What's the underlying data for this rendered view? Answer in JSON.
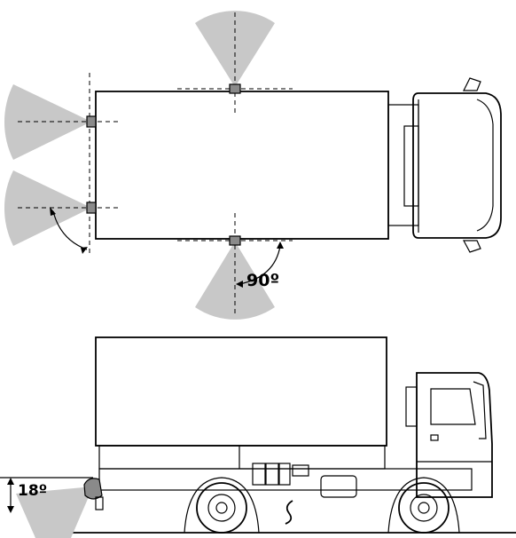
{
  "labels": {
    "angle_top_view": "90º",
    "angle_side_view": "18º"
  },
  "colors": {
    "beam_fill": "#c8c8c8",
    "camera_fill": "#8a8a8a",
    "line": "#000000",
    "background": "#ffffff"
  },
  "views": [
    "top-view",
    "side-view"
  ],
  "cameras": {
    "count_top_view": 4,
    "count_side_view": 1
  }
}
